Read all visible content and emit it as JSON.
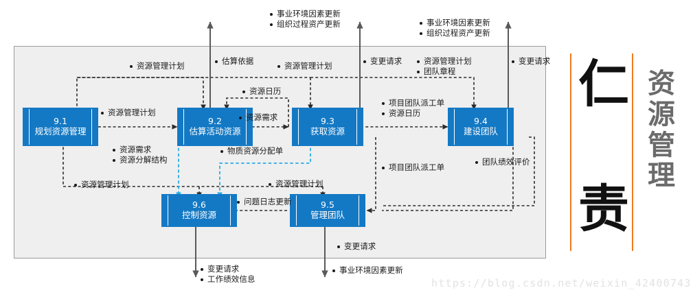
{
  "diagram": {
    "title": "资源管理",
    "panel_bg": "#efefef",
    "box_color": "#1479c4",
    "solid_flow_color": "#595959",
    "dashed_flow_color": "#262626",
    "cyan_flow_color": "#29abe2",
    "accent_color": "#f07a21",
    "processes": [
      {
        "id": "9.1",
        "number": "9.1",
        "name": "规划资源管理"
      },
      {
        "id": "9.2",
        "number": "9.2",
        "name": "估算活动资源"
      },
      {
        "id": "9.3",
        "number": "9.3",
        "name": "获取资源"
      },
      {
        "id": "9.4",
        "number": "9.4",
        "name": "建设团队"
      },
      {
        "id": "9.5",
        "number": "9.5",
        "name": "管理团队"
      },
      {
        "id": "9.6",
        "number": "9.6",
        "name": "控制资源"
      }
    ],
    "labels": [
      {
        "id": "top-out-1",
        "items": [
          "事业环境因素更新",
          "组织过程资产更新"
        ]
      },
      {
        "id": "top-out-2",
        "items": [
          "事业环境因素更新",
          "组织过程资产更新"
        ]
      },
      {
        "id": "plan-top",
        "items": [
          "资源管理计划"
        ]
      },
      {
        "id": "estimate-basis",
        "items": [
          "估算依据"
        ]
      },
      {
        "id": "plan-to-93",
        "items": [
          "资源管理计划"
        ]
      },
      {
        "id": "change-req-1",
        "items": [
          "变更请求"
        ]
      },
      {
        "id": "plan-charter",
        "items": [
          "资源管理计划",
          "团队章程"
        ]
      },
      {
        "id": "change-req-2",
        "items": [
          "变更请求"
        ]
      },
      {
        "id": "res-calendar",
        "items": [
          "资源日历"
        ]
      },
      {
        "id": "plan-91-92",
        "items": [
          "资源管理计划"
        ]
      },
      {
        "id": "res-need-92-93",
        "items": [
          "资源需求"
        ]
      },
      {
        "id": "team-assign",
        "items": [
          "项目团队派工单",
          "资源日历"
        ]
      },
      {
        "id": "res-need-wbs",
        "items": [
          "资源需求",
          "资源分解结构"
        ]
      },
      {
        "id": "material-alloc",
        "items": [
          "物质资源分配单"
        ]
      },
      {
        "id": "team-assign-2",
        "items": [
          "项目团队派工单"
        ]
      },
      {
        "id": "team-perf",
        "items": [
          "团队绩效评价"
        ]
      },
      {
        "id": "plan-91-96",
        "items": [
          "资源管理计划"
        ]
      },
      {
        "id": "plan-95-96",
        "items": [
          "资源管理计划"
        ]
      },
      {
        "id": "issue-log",
        "items": [
          "问题日志更新"
        ]
      },
      {
        "id": "change-req-95",
        "items": [
          "变更请求"
        ]
      },
      {
        "id": "bottom-out-96",
        "items": [
          "变更请求",
          "工作绩效信息"
        ]
      },
      {
        "id": "bottom-out-95",
        "items": [
          "事业环境因素更新"
        ]
      }
    ]
  },
  "hero": {
    "char_top": "仁",
    "char_bottom": "责",
    "side_chars": [
      "资",
      "源",
      "管",
      "理"
    ]
  },
  "watermark": {
    "text": "https://blog.csdn.net/weixin_42400743"
  }
}
